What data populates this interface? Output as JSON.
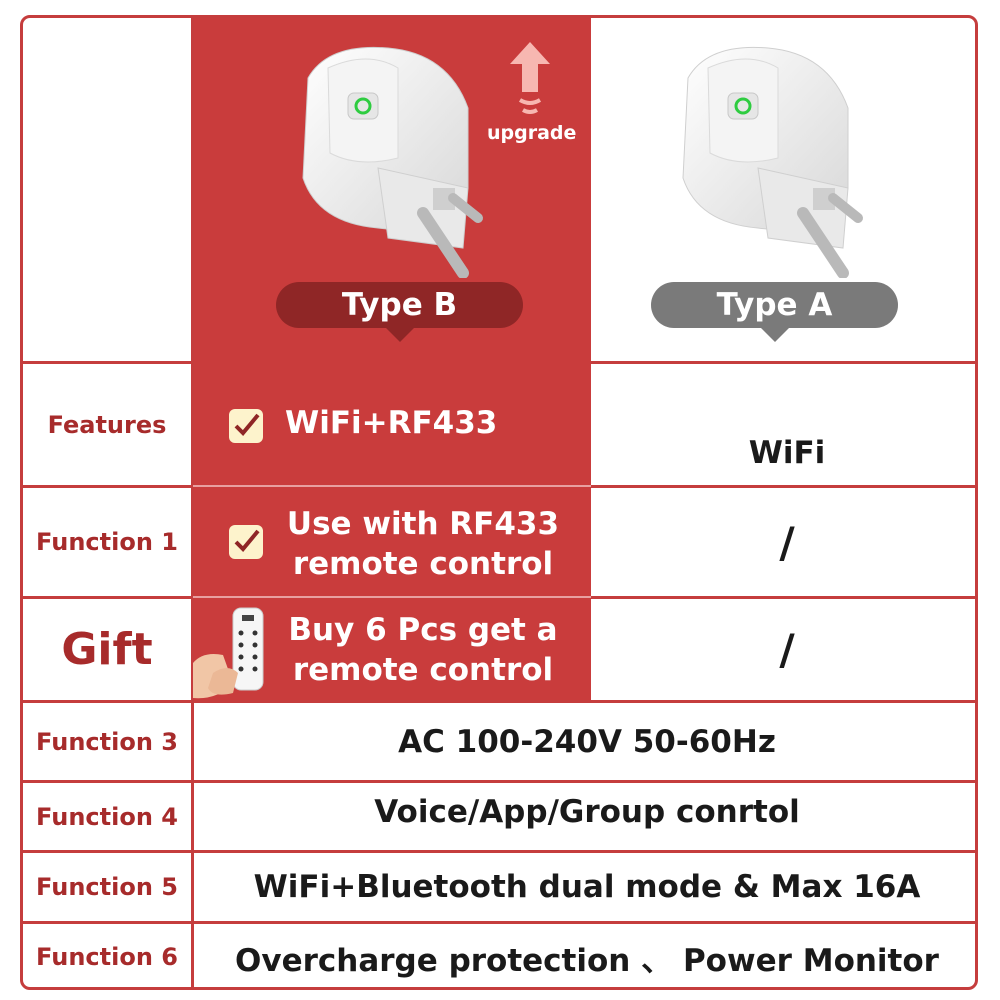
{
  "header": {
    "type_b_label": "Type B",
    "type_a_label": "Type A",
    "upgrade_label": "upgrade"
  },
  "rows": {
    "features": {
      "label": "Features",
      "type_b": "WiFi+RF433",
      "type_a": "WiFi"
    },
    "function1": {
      "label": "Function 1",
      "type_b_line1": "Use with RF433",
      "type_b_line2": "remote control",
      "type_a": "/"
    },
    "gift": {
      "label": "Gift",
      "type_b_line1": "Buy 6 Pcs get a",
      "type_b_line2": "remote control",
      "type_a": "/"
    },
    "function3": {
      "label": "Function 3",
      "value": "AC 100-240V 50-60Hz"
    },
    "function4": {
      "label": "Function 4",
      "value": "Voice/App/Group conrtol"
    },
    "function5": {
      "label": "Function 5",
      "value": "WiFi+Bluetooth dual mode & Max 16A"
    },
    "function6": {
      "label": "Function 6",
      "value": "Overcharge protection 、 Power Monitor"
    }
  },
  "colors": {
    "accent_red": "#c93c3c",
    "border_red": "#c53d3d",
    "label_red": "#a72b2b",
    "tag_b": "#8f2626",
    "tag_a": "#7a7a7a",
    "check_bg": "#fdf3cc"
  },
  "icons": [
    "smart-plug-image",
    "upgrade-arrow-icon",
    "checkmark-icon",
    "remote-control-image",
    "power-button-icon"
  ]
}
